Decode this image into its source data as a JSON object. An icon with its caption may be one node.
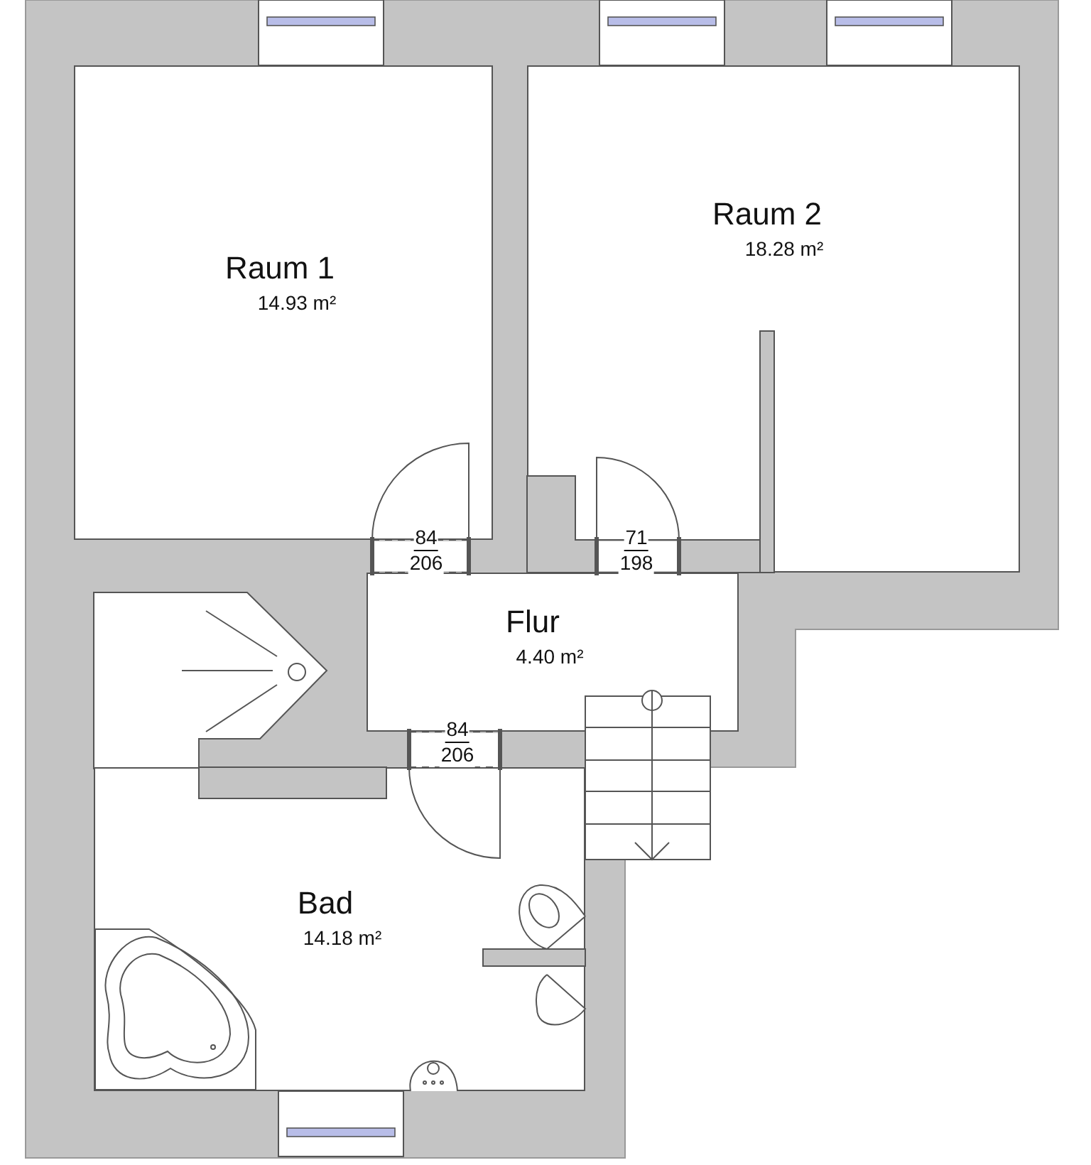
{
  "diagram": {
    "nodes": [
      {
        "text": [
          "Raum 1",
          "14.93 m²"
        ]
      },
      {
        "text": [
          "Raum 2",
          "18.28 m²"
        ]
      },
      {
        "text": [
          "Flur",
          "4.40 m²"
        ]
      },
      {
        "text": [
          "Bad",
          "14.18 m²"
        ]
      }
    ],
    "labels": [
      "84",
      "206",
      "71",
      "198",
      "84",
      "206"
    ]
  }
}
